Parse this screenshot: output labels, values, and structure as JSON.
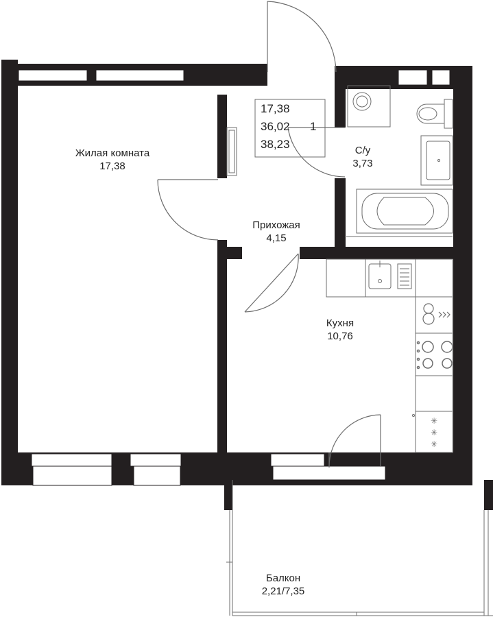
{
  "summary": {
    "living_area": "17,38",
    "total_area": "36,02",
    "total_with_balcony": "38,23",
    "rooms": "1"
  },
  "rooms": {
    "living": {
      "name": "Жилая комната",
      "area": "17,38"
    },
    "hall": {
      "name": "Прихожая",
      "area": "4,15"
    },
    "bathroom": {
      "name": "С/у",
      "area": "3,73"
    },
    "kitchen": {
      "name": "Кухня",
      "area": "10,76"
    },
    "balcony": {
      "name": "Балкон",
      "area": "2,21/7,35"
    }
  },
  "colors": {
    "wall": "#231f20",
    "line": "#6d6d6d",
    "fixture_fill": "#ffffff"
  }
}
